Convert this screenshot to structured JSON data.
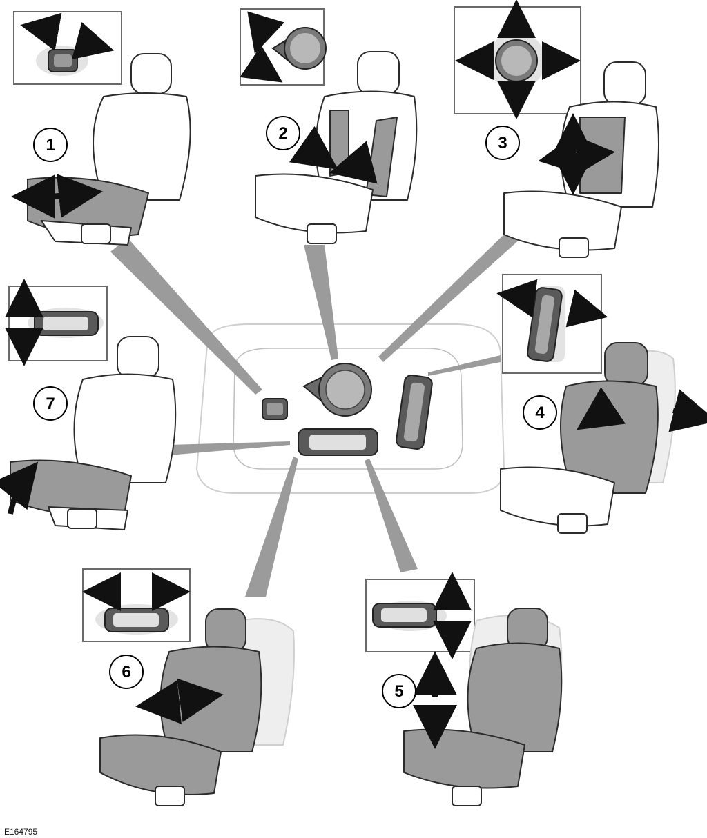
{
  "figure_code": "E164795",
  "callouts": [
    {
      "id": "1",
      "label": "1"
    },
    {
      "id": "2",
      "label": "2"
    },
    {
      "id": "3",
      "label": "3"
    },
    {
      "id": "4",
      "label": "4"
    },
    {
      "id": "5",
      "label": "5"
    },
    {
      "id": "6",
      "label": "6"
    },
    {
      "id": "7",
      "label": "7"
    }
  ],
  "colors": {
    "line": "#2b2b2b",
    "seat_fill": "#ffffff",
    "highlight": "#9a9a9a",
    "pointer": "#9b9b9b",
    "ghost": "#d6d6d6"
  }
}
